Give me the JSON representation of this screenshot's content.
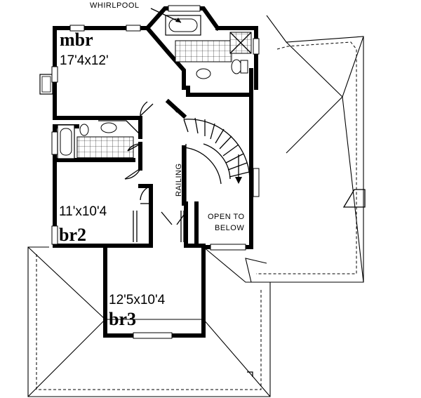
{
  "labels": {
    "whirlpool": "WHIRLPOOL",
    "mbr_name": "mbr",
    "mbr_dim": "17'4x12'",
    "br2_dim": "11'x10'4",
    "br2_name": "br2",
    "br3_dim": "12'5x10'4",
    "br3_name": "br3",
    "railing": "RAILING",
    "open_line1": "OPEN TO",
    "open_line2": "BELOW"
  }
}
